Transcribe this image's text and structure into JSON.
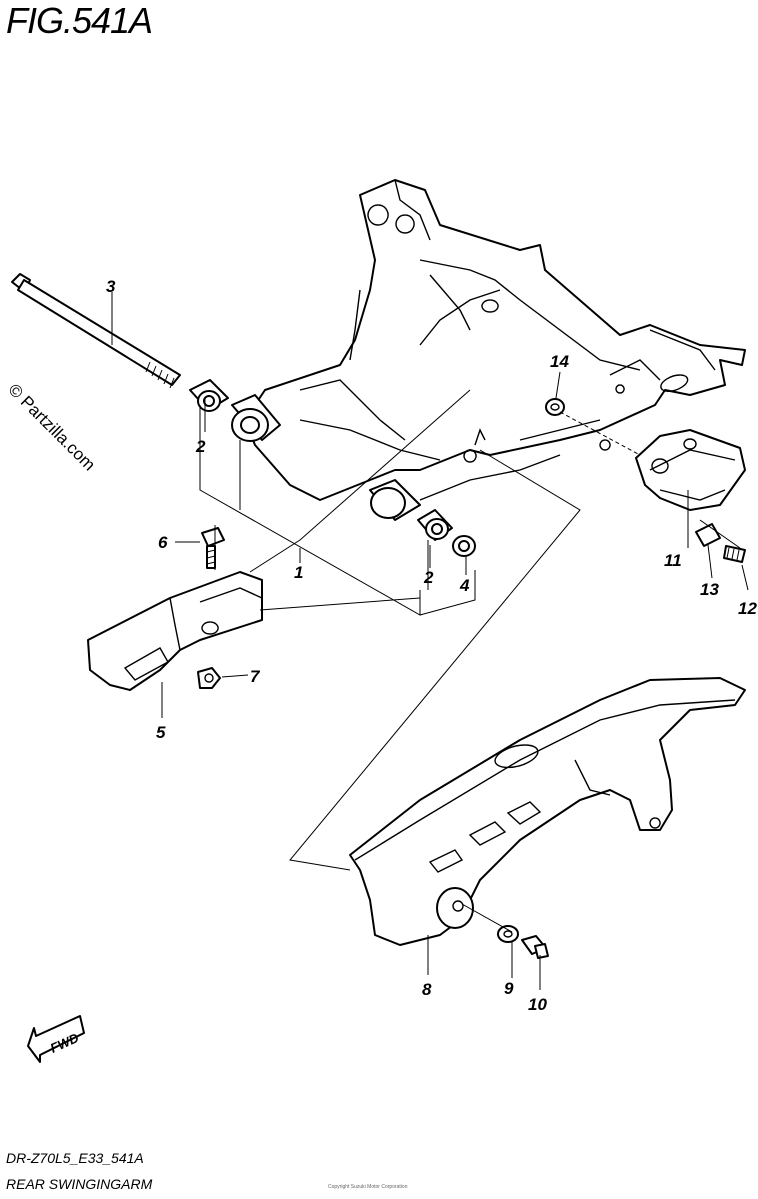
{
  "figure": {
    "title": "FIG.541A"
  },
  "watermark": "© Partzilla.com",
  "footer": {
    "code": "DR-Z70L5_E33_541A",
    "name": "REAR SWINGINGARM",
    "small_print": "Copyright Suzuki Motor Corporation"
  },
  "callouts": [
    {
      "id": "p1",
      "label": "1"
    },
    {
      "id": "p2a",
      "label": "2"
    },
    {
      "id": "p2b",
      "label": "2"
    },
    {
      "id": "p3",
      "label": "3"
    },
    {
      "id": "p4",
      "label": "4"
    },
    {
      "id": "p5",
      "label": "5"
    },
    {
      "id": "p6",
      "label": "6"
    },
    {
      "id": "p7",
      "label": "7"
    },
    {
      "id": "p8",
      "label": "8"
    },
    {
      "id": "p9",
      "label": "9"
    },
    {
      "id": "p10",
      "label": "10"
    },
    {
      "id": "p11",
      "label": "11"
    },
    {
      "id": "p12",
      "label": "12"
    },
    {
      "id": "p13",
      "label": "13"
    },
    {
      "id": "p14",
      "label": "14"
    }
  ],
  "fwd_badge": {
    "label": "FWD"
  }
}
